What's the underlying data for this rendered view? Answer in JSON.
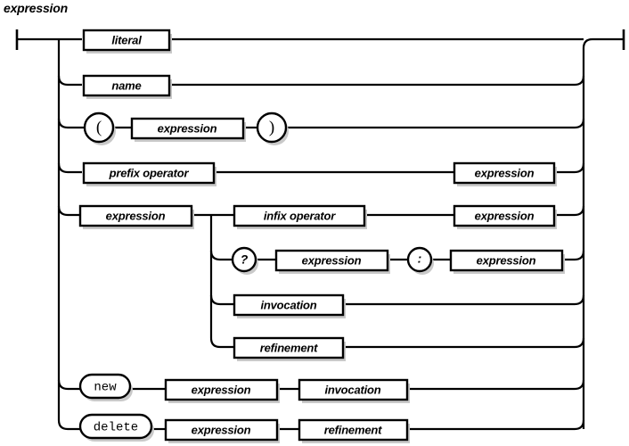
{
  "diagram": {
    "title": "expression",
    "type": "railroad-syntax-diagram",
    "stroke_color": "#000000",
    "fill_color": "#ffffff",
    "shadow_color": "#c9c9c9",
    "background": "#ffffff",
    "entry_marker": "left-terminal-tick",
    "exit_marker": "right-terminal-tick",
    "alternatives": [
      {
        "id": "alt-literal",
        "items": [
          {
            "kind": "nonterminal",
            "label": "literal"
          }
        ]
      },
      {
        "id": "alt-name",
        "items": [
          {
            "kind": "nonterminal",
            "label": "name"
          }
        ]
      },
      {
        "id": "alt-paren",
        "items": [
          {
            "kind": "terminal",
            "label": "("
          },
          {
            "kind": "nonterminal",
            "label": "expression"
          },
          {
            "kind": "terminal",
            "label": ")"
          }
        ]
      },
      {
        "id": "alt-prefix",
        "items": [
          {
            "kind": "nonterminal",
            "label": "prefix operator"
          },
          {
            "kind": "nonterminal",
            "label": "expression"
          }
        ]
      },
      {
        "id": "alt-expression-suffix",
        "items": [
          {
            "kind": "nonterminal",
            "label": "expression"
          }
        ],
        "sub_alternatives": [
          {
            "id": "sub-infix",
            "items": [
              {
                "kind": "nonterminal",
                "label": "infix operator"
              },
              {
                "kind": "nonterminal",
                "label": "expression"
              }
            ]
          },
          {
            "id": "sub-ternary",
            "items": [
              {
                "kind": "terminal",
                "label": "?"
              },
              {
                "kind": "nonterminal",
                "label": "expression"
              },
              {
                "kind": "terminal",
                "label": ":"
              },
              {
                "kind": "nonterminal",
                "label": "expression"
              }
            ]
          },
          {
            "id": "sub-invocation",
            "items": [
              {
                "kind": "nonterminal",
                "label": "invocation"
              }
            ]
          },
          {
            "id": "sub-refinement",
            "items": [
              {
                "kind": "nonterminal",
                "label": "refinement"
              }
            ]
          }
        ]
      },
      {
        "id": "alt-new",
        "items": [
          {
            "kind": "terminal",
            "label": "new"
          },
          {
            "kind": "nonterminal",
            "label": "expression"
          },
          {
            "kind": "nonterminal",
            "label": "invocation"
          }
        ]
      },
      {
        "id": "alt-delete",
        "items": [
          {
            "kind": "terminal",
            "label": "delete"
          },
          {
            "kind": "nonterminal",
            "label": "expression"
          },
          {
            "kind": "nonterminal",
            "label": "refinement"
          }
        ]
      }
    ]
  }
}
